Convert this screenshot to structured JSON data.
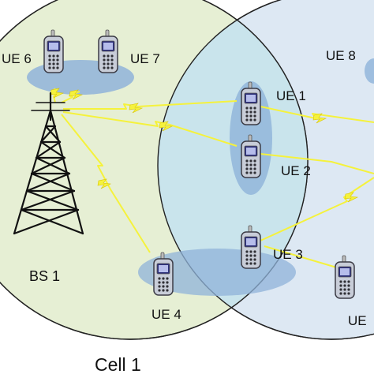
{
  "diagram": {
    "cell_label": "Cell 1",
    "base_station_label": "BS 1",
    "ue_labels": {
      "ue1": "UE 1",
      "ue2": "UE 2",
      "ue3": "UE 3",
      "ue4": "UE 4",
      "ue6": "UE 6",
      "ue7": "UE 7",
      "ue8": "UE 8",
      "ue_partial": "UE"
    },
    "colors": {
      "cell1_fill": "#e6efd4",
      "cell2_fill": "#dde8f3",
      "overlap_fill": "#c9e4ec",
      "ellipse_fill": "#8fb3d9",
      "link_color": "#f5f23c",
      "tower_color": "#111111"
    }
  }
}
